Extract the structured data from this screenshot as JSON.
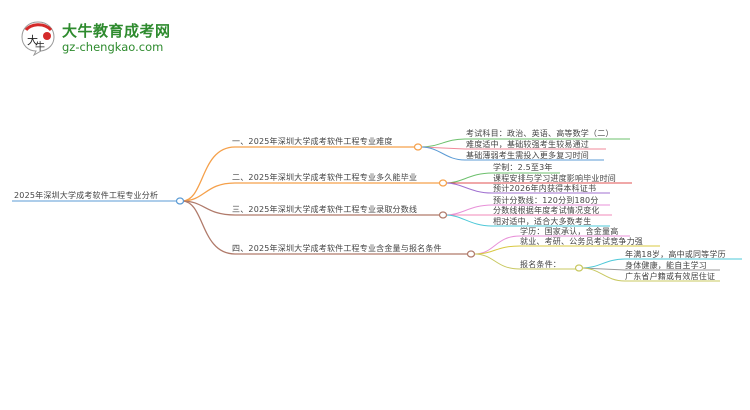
{
  "logo": {
    "title": "大牛教育成考网",
    "url": "gz-chengkao.com",
    "badge_text": "大牛",
    "brand_color": "#2e8b2e"
  },
  "root": {
    "label": "2025年深圳大学成考软件工程专业分析",
    "line_color": "#5b9bd5"
  },
  "branches": [
    {
      "label": "一、2025年深圳大学成考软件工程专业难度",
      "color": "#f5a04a",
      "children": [
        {
          "label": "考试科目：政治、英语、高等数学（二）",
          "color": "#6cc06c"
        },
        {
          "label": "难度适中，基础较强考生较易通过",
          "color": "#f08a9a"
        },
        {
          "label": "基础薄弱考生需投入更多复习时间",
          "color": "#5b9bd5"
        }
      ]
    },
    {
      "label": "二、2025年深圳大学成考软件工程专业多久能毕业",
      "color": "#f5a04a",
      "children": [
        {
          "label": "学制：2.5至3年",
          "color": "#6cc06c"
        },
        {
          "label": "课程安排与学习进度影响毕业时间",
          "color": "#e05050"
        },
        {
          "label": "预计2026年内获得本科证书",
          "color": "#a070d0"
        }
      ]
    },
    {
      "label": "三、2025年深圳大学成考软件工程专业录取分数线",
      "color": "#b07a6a",
      "children": [
        {
          "label": "预计分数线：120分到180分",
          "color": "#e890d8"
        },
        {
          "label": "分数线根据年度考试情况变化",
          "color": "#f08ab8"
        },
        {
          "label": "相对适中，适合大多数考生",
          "color": "#4ec8d8"
        }
      ]
    },
    {
      "label": "四、2025年深圳大学成考软件工程专业含金量与报名条件",
      "color": "#b07a6a",
      "children": [
        {
          "label": "学历：国家承认，含金量高",
          "color": "#e890d8"
        },
        {
          "label": "就业、考研、公务员考试竞争力强",
          "color": "#d8c840"
        },
        {
          "label": "报名条件：",
          "color": "#c8c860",
          "children": [
            {
              "label": "年满18岁，高中或同等学历",
              "color": "#4ec8d8"
            },
            {
              "label": "身体健康，能自主学习",
              "color": "#999999"
            },
            {
              "label": "广东省户籍或有效居住证",
              "color": "#c8c860"
            }
          ]
        }
      ]
    }
  ]
}
